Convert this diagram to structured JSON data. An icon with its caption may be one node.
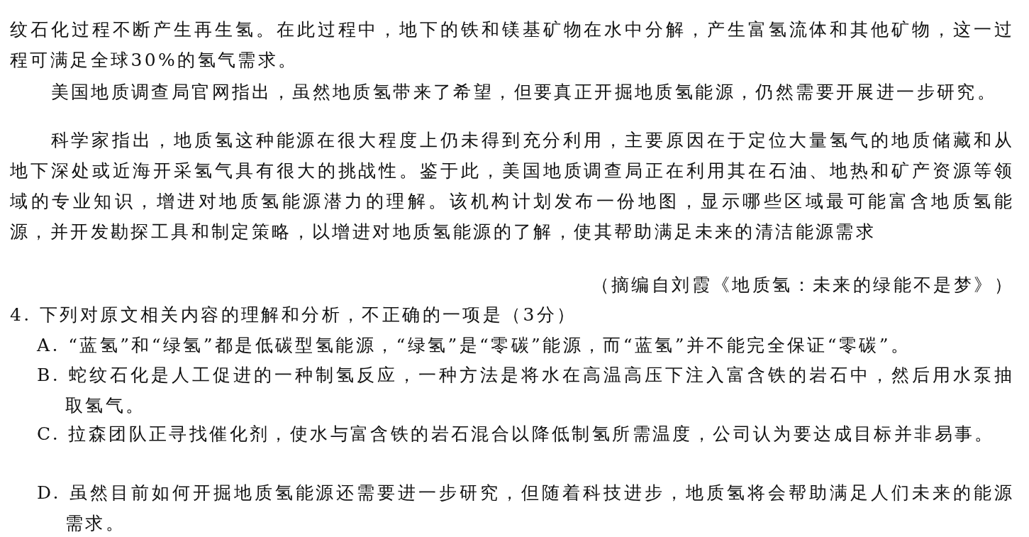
{
  "diagram": {
    "labels": [
      "纹石化过程不断产生再生氢。在此过程中，地下的铁和镁基矿物在水中分解，产生富氢流体和其他矿物，这一过程可满足全球30%的氢气需求。",
      "美国地质调查局官网指出，虽然地质氢带来了希望，但要真正开掘地质氢能源，仍然需要开展进一步研究。",
      "科学家指出，地质氢这种能源在很大程度上仍未得到充分利用，主要原因在于定位大量氢气的地质储藏和从地下深处或近海开采氢气具有很大的挑战性。鉴于此，美国地质调查局正在利用其在石油、地热和矿产资源等领域的专业知识，增进对地质氢能源潜力的理解。该机构计划发布一份地图，显示哪些区域最可能富含地质氢能源，并开发勘探工具和制定策略，以增进对地质氢能源的了解，使其帮助满足未来的清洁能源需求",
      "（摘编自刘霞《地质氢：未来的绿能不是梦》）",
      "4. 下列对原文相关内容的理解和分析，不正确的一项是（3分）",
      "A. “蓝氢”和“绿氢”都是低碳型氢能源，“绿氢”是“零碳”能源，而“蓝氢”并不能完全保证“零碳”。",
      "B. 蛇纹石化是人工促进的一种制氢反应，一种方法是将水在高温高压下注入富含铁的岩石中，然后用水泵抽取氢气。",
      "C. 拉森团队正寻找催化剂，使水与富含铁的岩石混合以降低制氢所需温度，公司认为要达成目标并非易事。",
      "D. 虽然目前如何开掘地质氢能源还需要进一步研究，但随着科技进步，地质氢将会帮助满足人们未来的能源需求。"
    ]
  }
}
